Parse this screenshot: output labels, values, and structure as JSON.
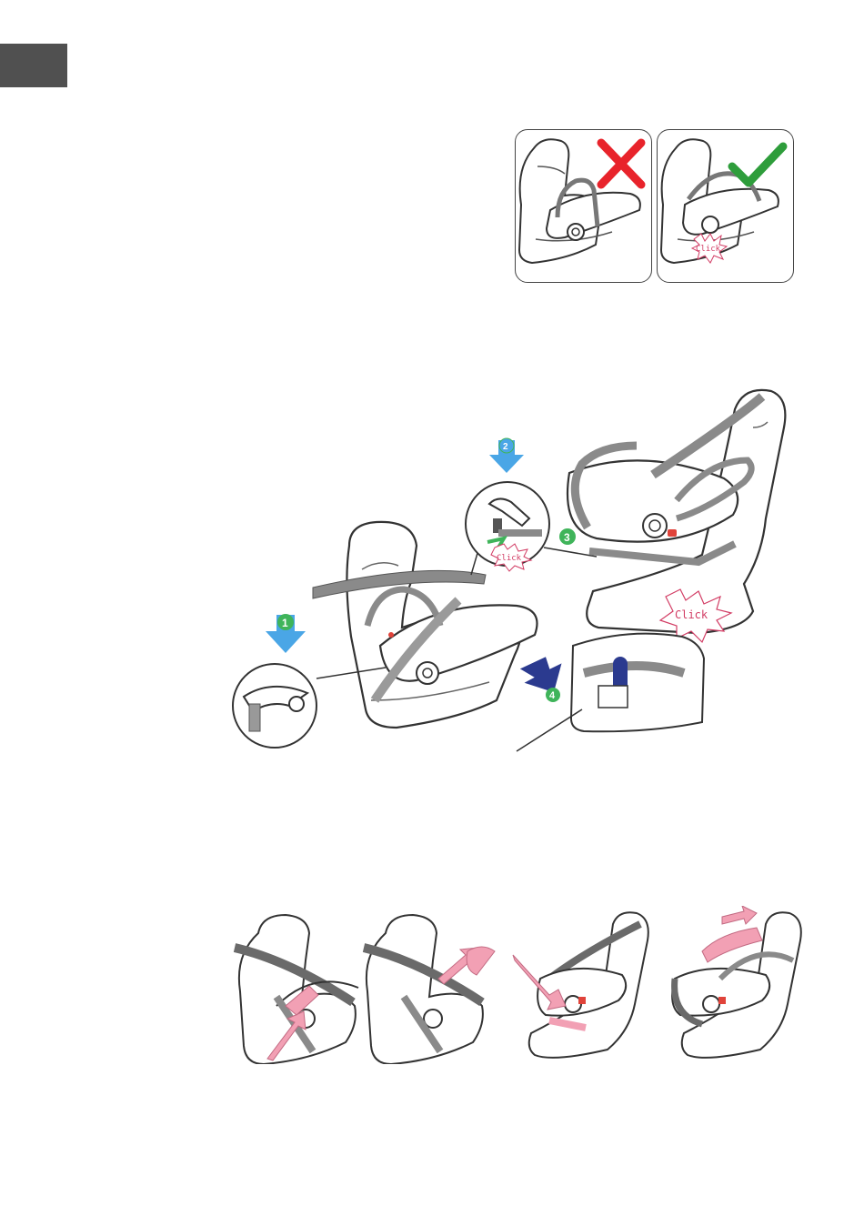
{
  "page": {
    "top_figure": {
      "wrong_panel": {
        "mark_icon": "cross-icon",
        "mark_color": "#e8232b"
      },
      "right_panel": {
        "mark_icon": "check-icon",
        "mark_color": "#2e9d3b",
        "click_label": "Click"
      }
    },
    "middle_figure": {
      "steps": [
        "1",
        "2",
        "3",
        "4"
      ],
      "click_labels": [
        "Click",
        "Click"
      ],
      "colors": {
        "step_green": "#3fb45a",
        "arrow_blue": "#4aa6e6",
        "arrow_navy": "#2b3a8f",
        "seat_red": "#e0433a",
        "belt_gray": "#8a8a8a"
      }
    },
    "bottom_figure": {
      "panels": [
        {
          "arrow_color": "#f2a0b4"
        },
        {
          "arrow_color": "#f2a0b4"
        },
        {
          "arrow_color": "#f2a0b4"
        },
        {
          "arrow_color": "#f2a0b4"
        }
      ]
    }
  }
}
